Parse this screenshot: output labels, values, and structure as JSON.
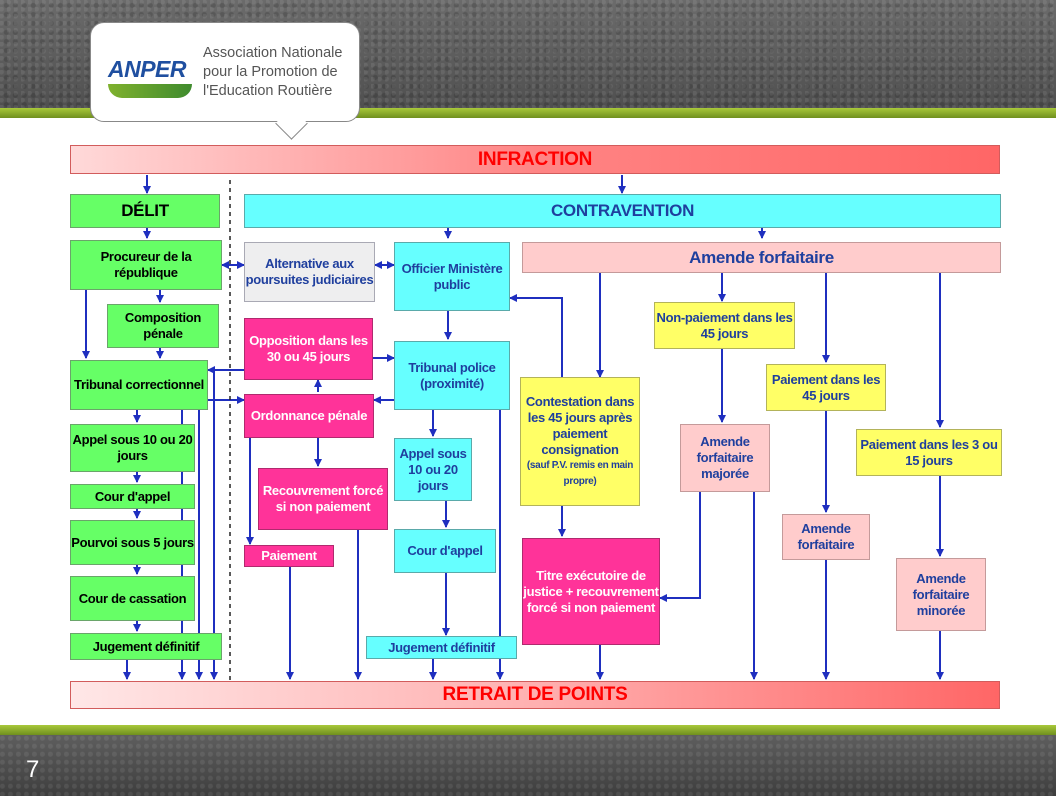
{
  "header": {
    "logo_text": "ANPER",
    "org_name_line1": "Association Nationale",
    "org_name_line2": "pour la Promotion de",
    "org_name_line3": "l'Education Routière"
  },
  "slide_number": "7",
  "diagram": {
    "infraction": "INFRACTION",
    "delit": "DÉLIT",
    "contravention": "CONTRAVENTION",
    "procureur": "Procureur de la république",
    "composition": "Composition pénale",
    "tribunal_correctionnel": "Tribunal correctionnel",
    "appel_10_20": "Appel sous 10 ou 20 jours",
    "cour_appel_delit": "Cour d'appel",
    "pourvoi": "Pourvoi sous 5 jours",
    "cour_cassation": "Cour de cassation",
    "jugement_delit": "Jugement définitif",
    "alternative": "Alternative aux poursuites judiciaires",
    "opposition": "Opposition dans les 30 ou 45 jours",
    "ordonnance": "Ordonnance pénale",
    "recouvrement_force": "Recouvrement forcé si non paiement",
    "paiement": "Paiement",
    "officier": "Officier Ministère public",
    "tribunal_police": "Tribunal police (proximité)",
    "appel_police": "Appel sous 10  ou 20 jours",
    "cour_appel_police": "Cour d'appel",
    "jugement_police": "Jugement définitif",
    "amende_forfaitaire_header": "Amende forfaitaire",
    "contestation": "Contestation dans les 45 jours après paiement consignation",
    "contestation_note": "(sauf P.V. remis en main propre)",
    "titre_executoire": "Titre exécutoire de justice + recouvrement forcé si non paiement",
    "non_paiement": "Non-paiement dans les 45 jours",
    "amende_majoree": "Amende forfaitaire majorée",
    "paiement_45": "Paiement dans les 45 jours",
    "amende_forfaitaire": "Amende forfaitaire",
    "paiement_3_15": "Paiement dans les 3 ou 15 jours",
    "amende_minoree": "Amende forfaitaire minorée",
    "retrait": "RETRAIT DE POINTS"
  }
}
